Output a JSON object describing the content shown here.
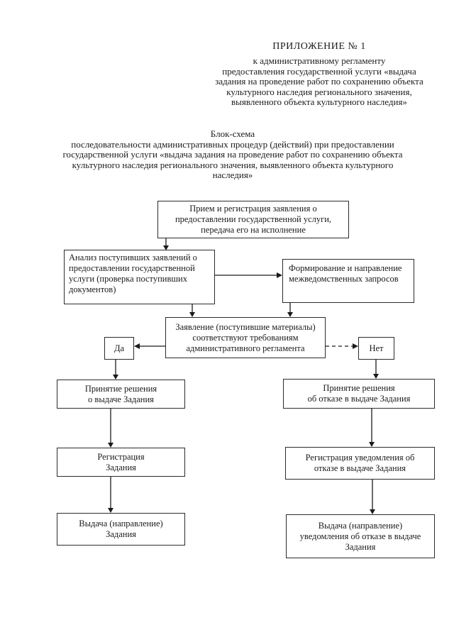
{
  "colors": {
    "ink": "#1b1b1b",
    "paper": "#ffffff"
  },
  "header": {
    "appendix_title": "ПРИЛОЖЕНИЕ № 1",
    "appendix_subtitle": "к административному регламенту\nпредоставления государственной услуги «выдача\nзадания на проведение работ по сохранению объекта\nкультурного наследия регионального значения,\nвыявленного объекта культурного наследия»",
    "scheme_title": "Блок-схема\nпоследовательности административных процедур (действий) при предоставлении\nгосударственной услуги «выдача задания на проведение работ по сохранению объекта\nкультурного наследия регионального значения, выявленного объекта культурного\nнаследия»"
  },
  "flowchart": {
    "reception": "Прием и регистрация заявления о\nпредоставлении государственной услуги,\nпередача его на исполнение",
    "analysis": "Анализ поступивших заявлений о\nпредоставлении государственной\nуслуги (проверка поступивших\nдокументов)",
    "interagency": "Формирование и направление\nмежведомственных запросов",
    "decision": "Заявление (поступившие материалы)\nсоответствуют требованиям\nадминистративного регламента",
    "yes_label": "Да",
    "no_label": "Нет",
    "approve_decision": "Принятие решения\nо выдаче Задания",
    "register_task": "Регистрация\nЗадания",
    "issue_task": "Выдача (направление)\nЗадания",
    "refuse_decision": "Принятие решения\nоб отказе в выдаче Задания",
    "register_refusal": "Регистрация уведомления об\nотказе в выдаче Задания",
    "issue_refusal": "Выдача (направление)\nуведомления об отказе в выдаче\nЗадания"
  }
}
